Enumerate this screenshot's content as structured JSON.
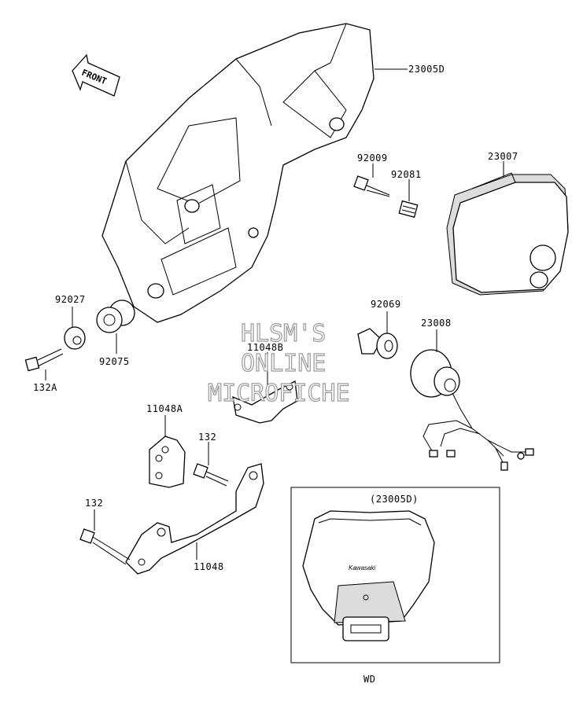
{
  "front_arrow": {
    "label": "FRONT"
  },
  "labels": {
    "p23005D": "23005D",
    "p23007": "23007",
    "p92009": "92009",
    "p92081": "92081",
    "p92027": "92027",
    "p92075": "92075",
    "p132a": "132A",
    "p92069": "92069",
    "p23008": "23008",
    "p11048B": "11048B",
    "p11048A": "11048A",
    "p132_upper": "132",
    "p132_lower": "132",
    "p11048": "11048"
  },
  "inset": {
    "title": "(23005D)",
    "caption": "WD",
    "logo": "Kawasaki"
  },
  "watermark": {
    "line1": "HLSM'S",
    "line2": "ONLINE",
    "line3": "MICROFICHE"
  }
}
